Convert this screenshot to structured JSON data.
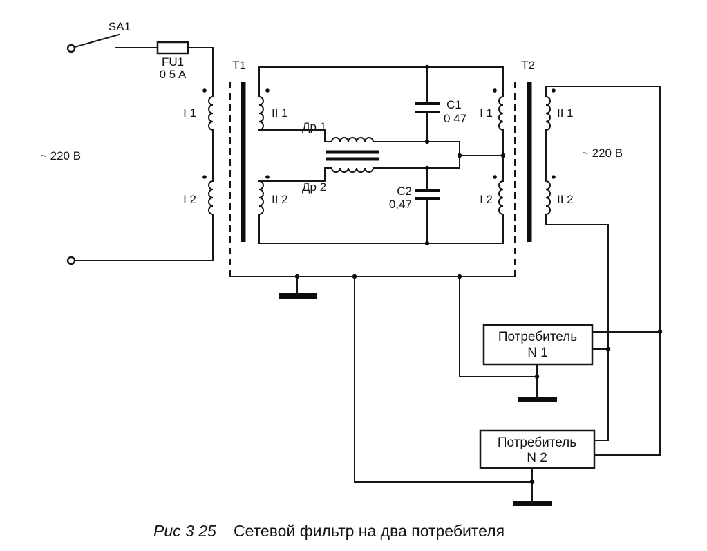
{
  "components": {
    "switch": {
      "label": "SA1"
    },
    "fuse": {
      "label": "FU1",
      "rating": "0 5 A"
    },
    "input": {
      "voltage": "~ 220 В"
    },
    "t1": {
      "label": "T1",
      "windings": {
        "p1": "I 1",
        "p2": "I 2",
        "s1": "II 1",
        "s2": "II 2"
      }
    },
    "chokes": {
      "dr1": "Др 1",
      "dr2": "Др 2"
    },
    "capacitors": {
      "c1": {
        "label": "C1",
        "value": "0 47"
      },
      "c2": {
        "label": "C2",
        "value": "0,47"
      }
    },
    "t2": {
      "label": "T2",
      "windings": {
        "p1": "I 1",
        "p2": "I 2",
        "s1": "II 1",
        "s2": "II 2"
      }
    },
    "output": {
      "voltage": "~ 220 В"
    },
    "consumers": [
      {
        "line1": "Потребитель",
        "line2": "N 1"
      },
      {
        "line1": "Потребитель",
        "line2": "N 2"
      }
    ]
  },
  "caption": {
    "figure": "Рис 3 25",
    "title": "Сетевой фильтр на два потребителя"
  }
}
